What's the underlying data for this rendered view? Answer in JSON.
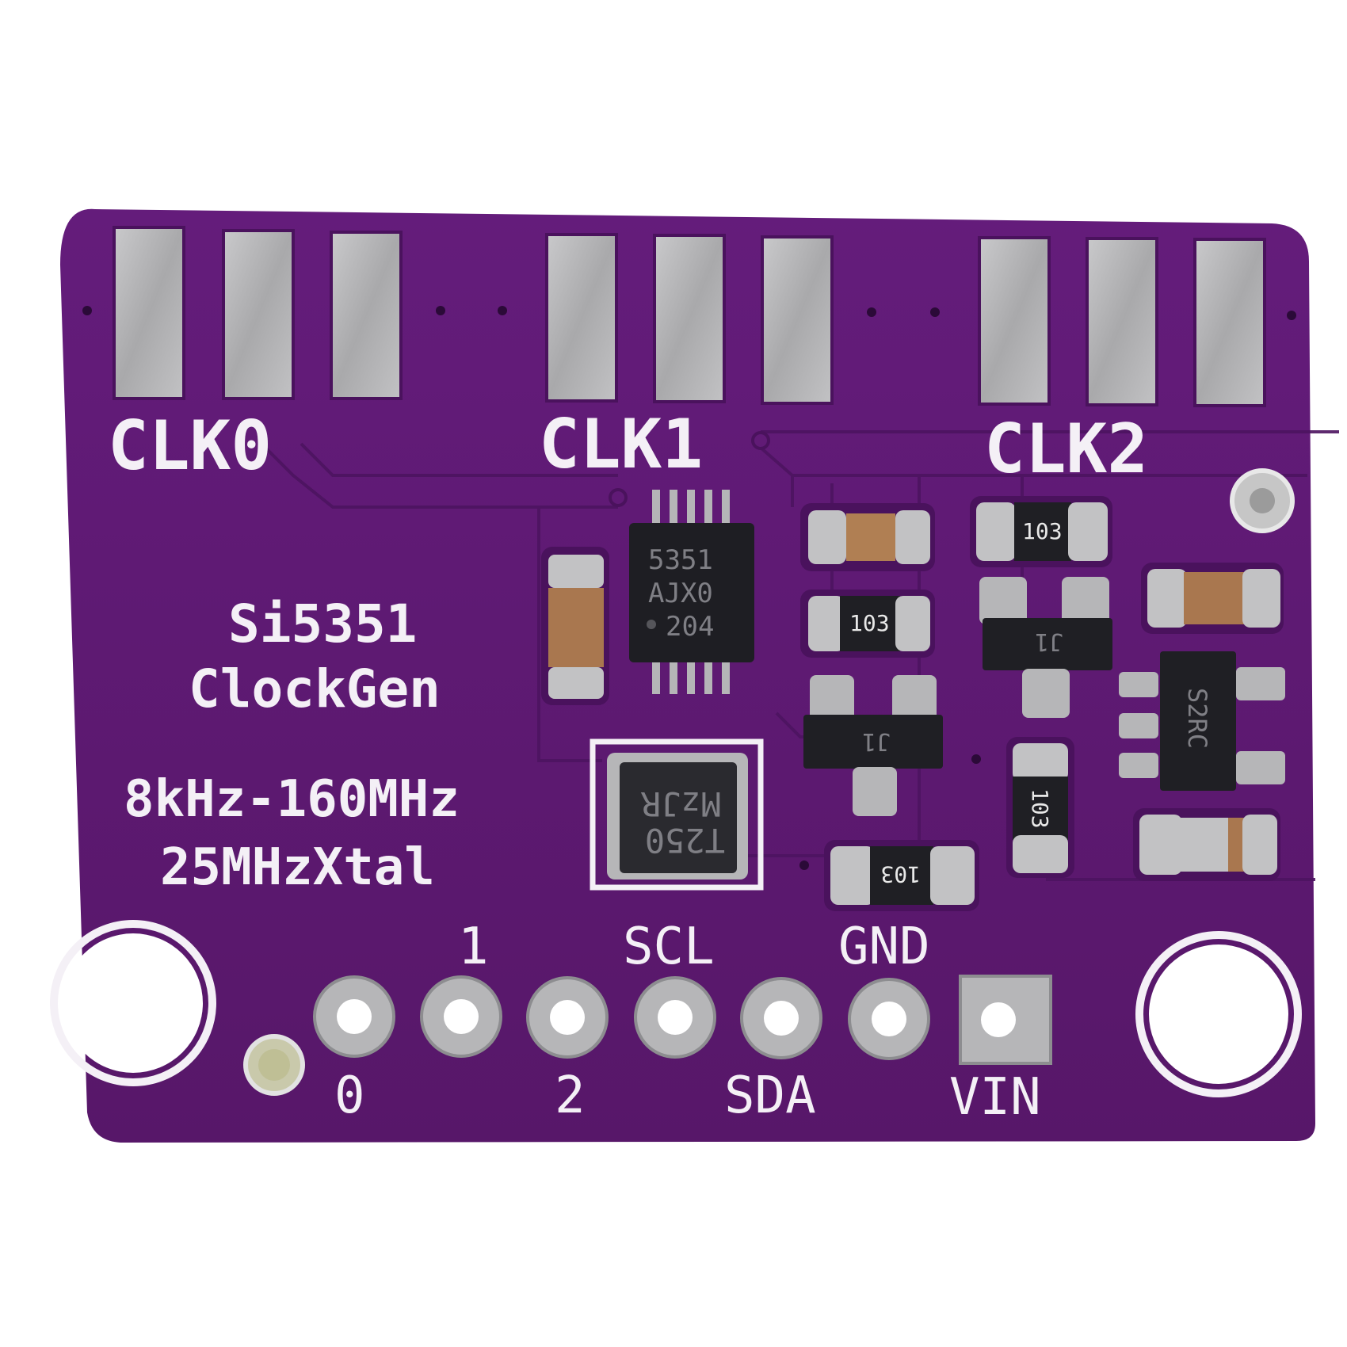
{
  "board": {
    "colors": {
      "background": "#ffffff",
      "pcb": "#5e1b74",
      "pcb_dark": "#4a125d",
      "silkscreen": "#f4f0f6",
      "pad": "#b6b6b8",
      "component_body": "#1f1f24",
      "capacitor_body": "#b07f53"
    }
  },
  "labels": {
    "clk0": "CLK0",
    "clk1": "CLK1",
    "clk2": "CLK2",
    "chip_name": "Si5351",
    "chip_desc": "ClockGen",
    "freq_range": "8kHz-160MHz",
    "crystal": "25MHzXtal"
  },
  "pins": {
    "pin_0": "0",
    "pin_1": "1",
    "pin_2": "2",
    "scl": "SCL",
    "sda": "SDA",
    "gnd": "GND",
    "vin": "VIN"
  },
  "ic": {
    "line1": "5351",
    "line2": "AJX0",
    "line3": "204"
  },
  "crystal_marking": {
    "line1": "T250",
    "line2": "MzJR"
  },
  "resistors": {
    "r1": "103",
    "r2": "103",
    "r3": "103",
    "r4": "103"
  },
  "transistors": {
    "q1": "J1",
    "q2": "J1"
  },
  "regulator": {
    "marking": "S2RC"
  }
}
